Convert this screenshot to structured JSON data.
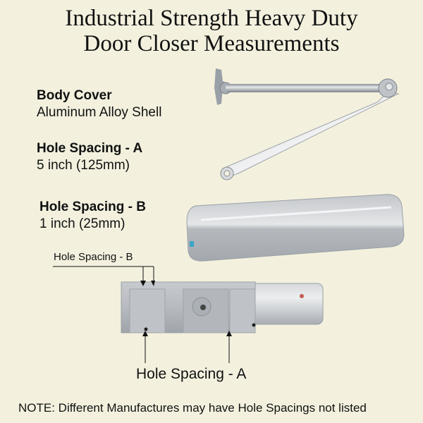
{
  "title": {
    "line1": "Industrial Strength Heavy Duty",
    "line2": "Door Closer Measurements"
  },
  "specs": [
    {
      "heading": "Body Cover",
      "value": "Aluminum Alloy Shell"
    },
    {
      "heading": "Hole Spacing - A",
      "value": "5 inch (125mm)"
    },
    {
      "heading": "Hole Spacing - B",
      "value": "1 inch (25mm)"
    }
  ],
  "diagram": {
    "label_b": "Hole Spacing - B",
    "label_a": "Hole Spacing - A",
    "images": [
      "closer-arm-icon",
      "body-cover-icon",
      "closer-body-icon"
    ]
  },
  "note": "NOTE:  Different Manufactures may have Hole Spacings not listed",
  "colors": {
    "background": "#f3f1de",
    "text": "#111111",
    "metal": "#b9bcc0"
  }
}
